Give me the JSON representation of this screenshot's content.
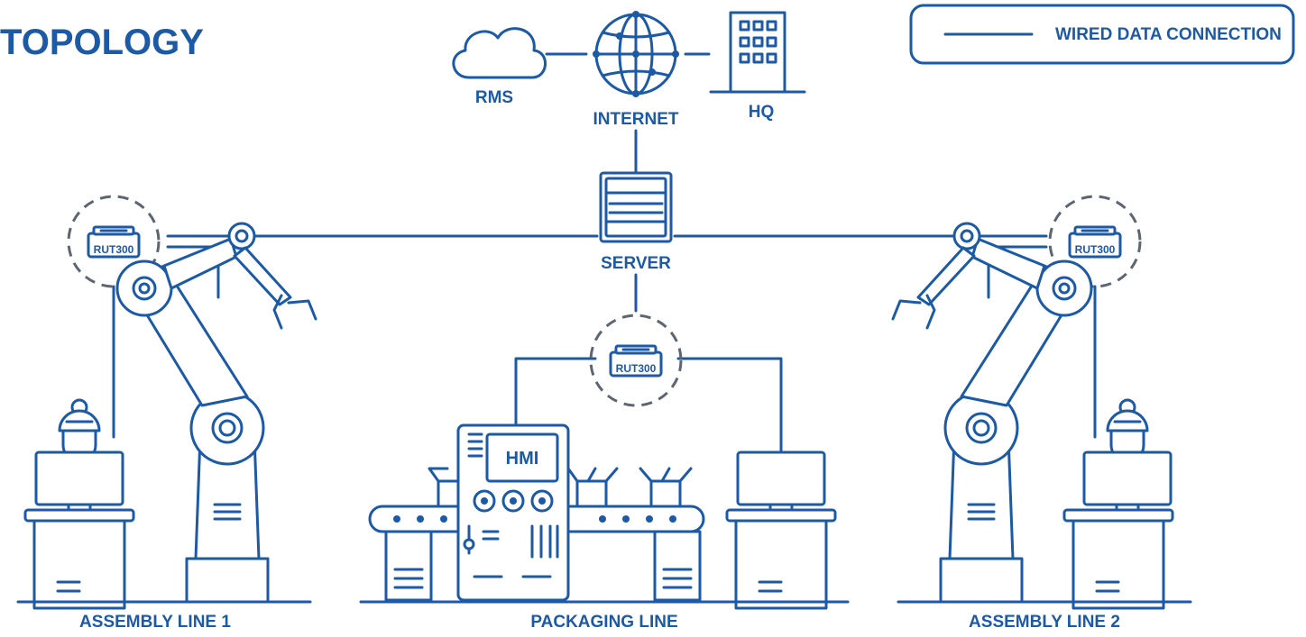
{
  "title": "TOPOLOGY",
  "legend": {
    "line_label": "WIRED DATA CONNECTION"
  },
  "nodes": {
    "rms": "RMS",
    "internet": "INTERNET",
    "hq": "HQ",
    "server": "SERVER",
    "router_left": "RUT300",
    "router_center": "RUT300",
    "router_right": "RUT300",
    "hmi": "HMI"
  },
  "areas": {
    "assembly_line_1": "ASSEMBLY LINE 1",
    "packaging_line": "PACKAGING LINE",
    "assembly_line_2": "ASSEMBLY LINE 2"
  },
  "colors": {
    "primary": "#1c5aa6",
    "dashed_ring": "#5d6670",
    "background": "#ffffff"
  }
}
